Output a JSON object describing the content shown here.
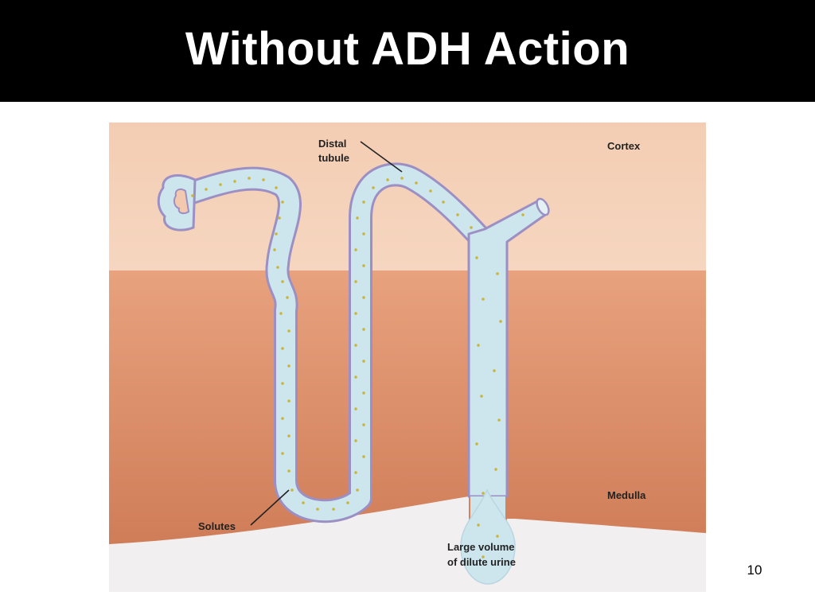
{
  "slide": {
    "title": "Without ADH Action",
    "page_number": "10"
  },
  "diagram": {
    "labels": {
      "distal_line1": "Distal",
      "distal_line2": "tubule",
      "cortex": "Cortex",
      "medulla": "Medulla",
      "solutes": "Solutes",
      "urine_line1": "Large volume",
      "urine_line2": "of dilute urine"
    },
    "colors": {
      "cortex": "#f2c9ae",
      "medulla": "#d88b66",
      "lumen": "#cde6ee",
      "wall": "#9c8fc4",
      "solute": "#c8b43a",
      "title_bar": "#000000"
    }
  }
}
